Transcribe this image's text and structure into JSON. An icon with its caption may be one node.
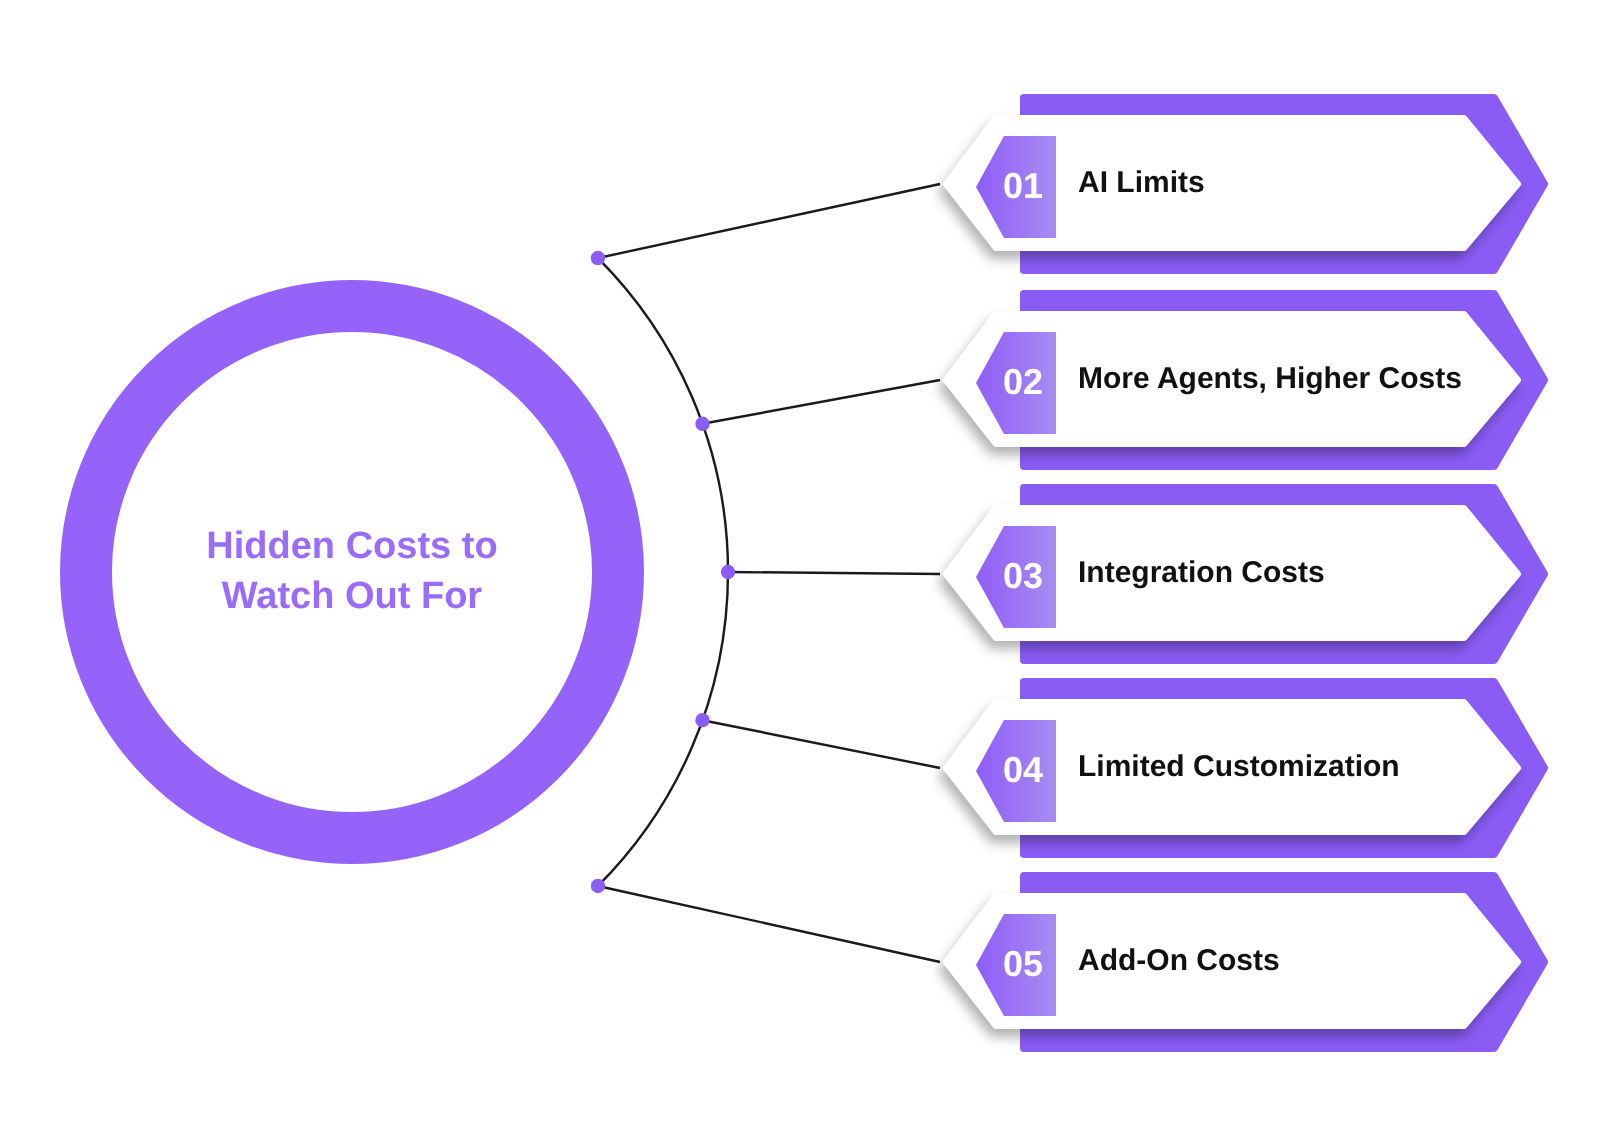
{
  "diagram": {
    "nodes": [
      {
        "text": [
          "Hidden Costs to Watch Out For"
        ]
      },
      {
        "text": [
          "01",
          "AI Limits"
        ]
      },
      {
        "text": [
          "02",
          "More Agents, Higher Costs"
        ]
      },
      {
        "text": [
          "03",
          "Integration Costs"
        ]
      },
      {
        "text": [
          "04",
          "Limited Customization"
        ]
      },
      {
        "text": [
          "05",
          "Add-On Costs"
        ]
      }
    ],
    "edges": [
      {
        "from": 0,
        "to": 1,
        "arrow": "none"
      },
      {
        "from": 0,
        "to": 2,
        "arrow": "none"
      },
      {
        "from": 0,
        "to": 3,
        "arrow": "none"
      },
      {
        "from": 0,
        "to": 4,
        "arrow": "none"
      },
      {
        "from": 0,
        "to": 5,
        "arrow": "none"
      }
    ]
  }
}
